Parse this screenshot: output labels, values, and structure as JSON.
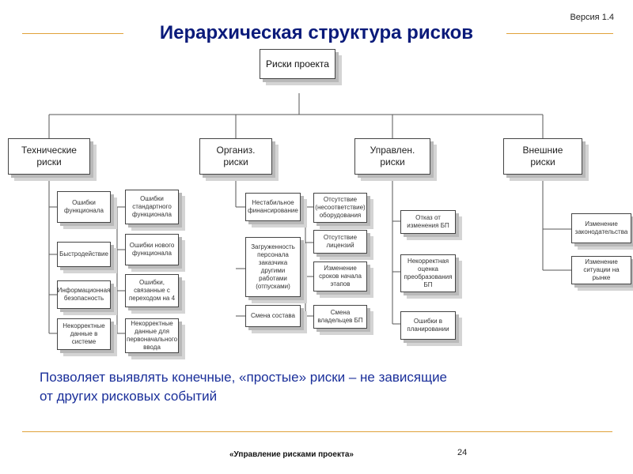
{
  "version": "Версия 1.4",
  "title": "Иерархическая структура рисков",
  "root": "Риски проекта",
  "categories": {
    "technical": "Технические риски",
    "org": "Организ. риски",
    "mgmt": "Управлен. риски",
    "external": "Внешние риски"
  },
  "technical_items": {
    "col1": [
      "Ошибки функционала",
      "Быстродействие",
      "Информационная безопасность",
      "Некорректные данные в системе"
    ],
    "col2": [
      "Ошибки стандартного функционала",
      "Ошибки нового функционала",
      "Ошибки, связанные с переходом на 4",
      "Некорректные данные для первоначального ввода"
    ]
  },
  "org_items": {
    "col1": [
      "Нестабильное финансирование",
      "Загруженность персонала заказчика другими работами (отпусками)",
      "Смена состава"
    ],
    "col2": [
      "Отсутствие (несоответствие) оборудования",
      "Отсутствие лицензий",
      "Изменение сроков начала этапов",
      "Смена владельцев БП"
    ]
  },
  "mgmt_items": [
    "Отказ от изменения БП",
    "Некорректная оценка преобразования БП",
    "Ошибки в планировании"
  ],
  "external_items": [
    "Изменение законодательства",
    "Изменение ситуации на рынке"
  ],
  "summary_line1": "Позволяет выявлять конечные, «простые» риски – не зависящие",
  "summary_line2": "от других рисковых событий",
  "footer": "«Управление рисками проекта»",
  "page_number": "24"
}
